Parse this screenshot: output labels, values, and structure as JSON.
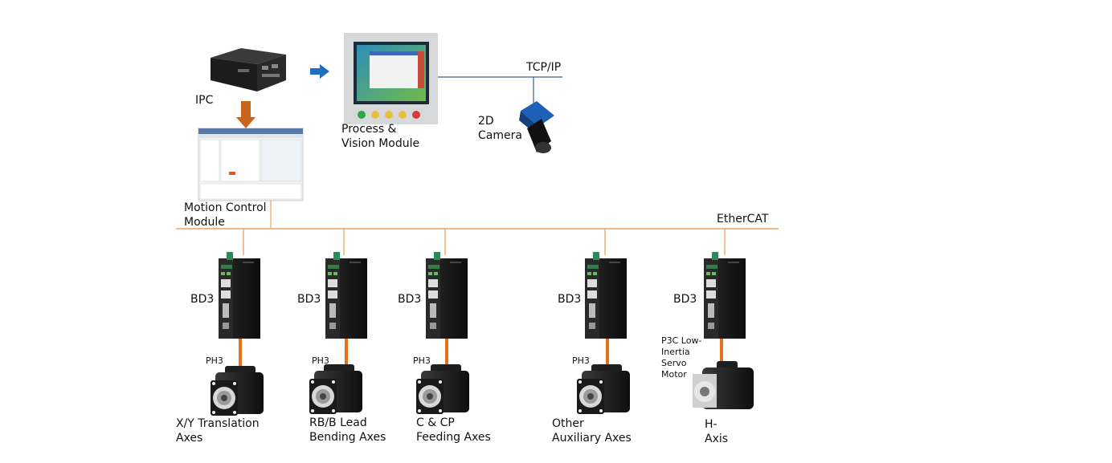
{
  "top": {
    "ipc_label": "IPC",
    "hmi_label": "Process &\nVision Module",
    "motion_label": "Motion Control\nModule",
    "tcpip_label": "TCP/IP",
    "camera_label": "2D\nCamera",
    "ethercat_label": "EtherCAT"
  },
  "axes": [
    {
      "drive": "BD3",
      "motor": "PH3",
      "name": "X/Y Translation\nAxes"
    },
    {
      "drive": "BD3",
      "motor": "PH3",
      "name": "RB/B Lead\nBending Axes"
    },
    {
      "drive": "BD3",
      "motor": "PH3",
      "name": "C & CP\nFeeding Axes"
    },
    {
      "drive": "BD3",
      "motor": "PH3",
      "name": "Other\nAuxiliary Axes"
    },
    {
      "drive": "BD3",
      "motor": "P3C Low-\nInertia\nServo\nMotor",
      "name": "H-\nAxis"
    }
  ],
  "colors": {
    "ethercat_line": "#e8903a",
    "power_cable": "#e8701a",
    "tcp_line": "#3a5f8f",
    "arrow_blue": "#1f6fbf",
    "arrow_orange": "#c8641e"
  }
}
